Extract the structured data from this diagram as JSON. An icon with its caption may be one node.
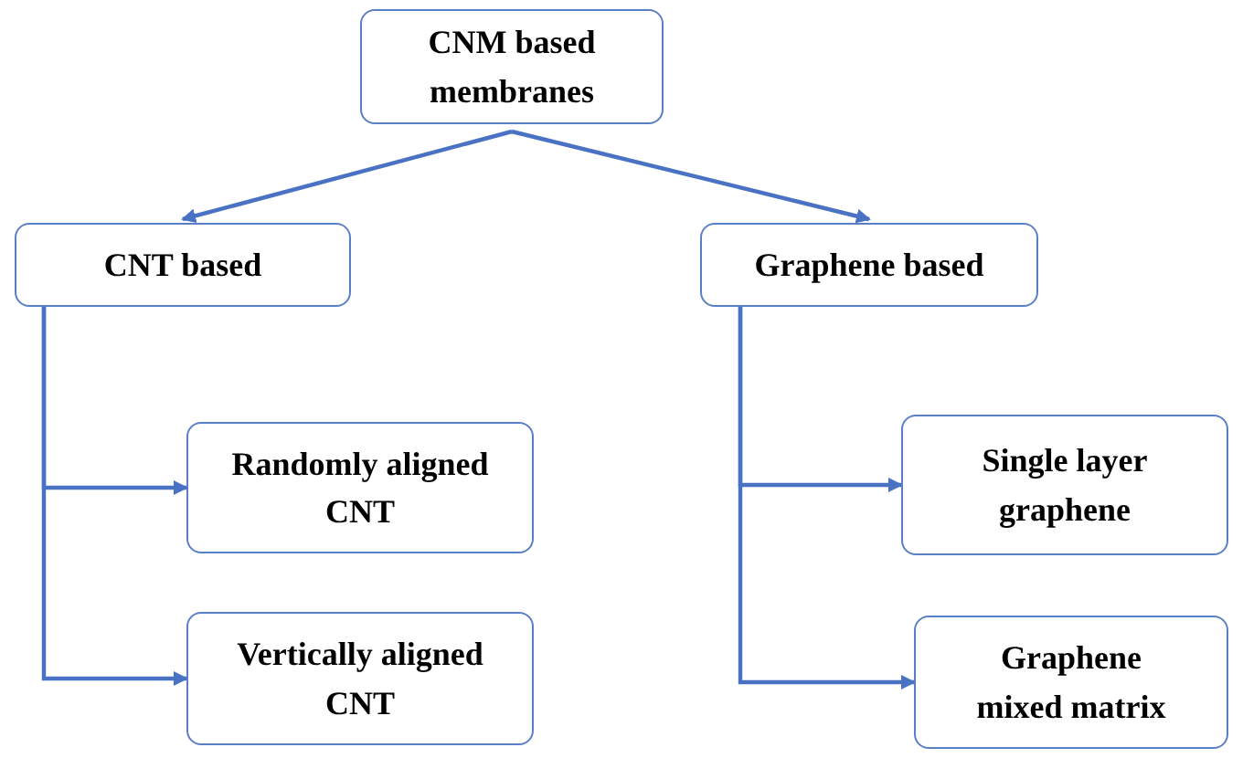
{
  "diagram": {
    "nodes": [
      {
        "text": [
          "CNM based membranes"
        ]
      },
      {
        "text": [
          "CNT based"
        ]
      },
      {
        "text": [
          "Graphene based"
        ]
      },
      {
        "text": [
          "Randomly aligned CNT"
        ]
      },
      {
        "text": [
          "Vertically aligned CNT"
        ]
      },
      {
        "text": [
          "Single layer graphene"
        ]
      },
      {
        "text": [
          "Graphene mixed matrix"
        ]
      }
    ],
    "edges": [
      {
        "from": 0,
        "to": 1,
        "arrow": "to"
      },
      {
        "from": 0,
        "to": 2,
        "arrow": "to"
      },
      {
        "from": 1,
        "to": 3,
        "arrow": "to"
      },
      {
        "from": 1,
        "to": 4,
        "arrow": "to"
      },
      {
        "from": 2,
        "to": 5,
        "arrow": "to"
      },
      {
        "from": 2,
        "to": 6,
        "arrow": "to"
      }
    ]
  }
}
